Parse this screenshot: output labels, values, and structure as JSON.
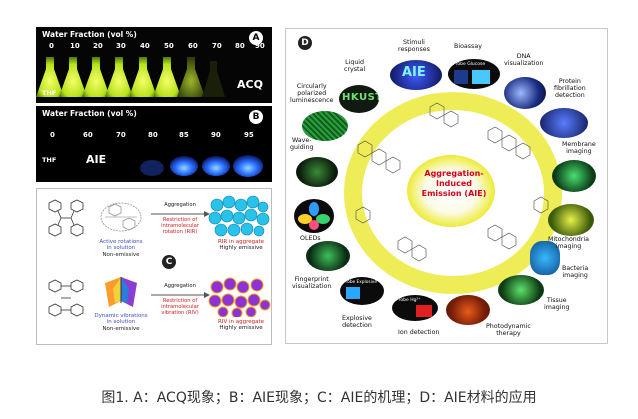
{
  "panelA": {
    "title": "Water Fraction (vol %)",
    "badge": "A",
    "fractions": [
      "0",
      "10",
      "20",
      "30",
      "40",
      "50",
      "60",
      "70",
      "80",
      "90"
    ],
    "solvent": "THF",
    "label": "ACQ"
  },
  "panelB": {
    "title": "Water Fraction (vol %)",
    "badge": "B",
    "fractions": [
      "0",
      "60",
      "70",
      "80",
      "85",
      "90",
      "95"
    ],
    "solvent": "THF",
    "label": "AIE"
  },
  "panelC": {
    "badge": "C",
    "row1": {
      "left_text": [
        "Active rotations",
        "in solution",
        "Non-emissive"
      ],
      "arrow_label": "Aggregation",
      "arrow_sub": [
        "Restriction of",
        "intramolecular",
        "rotation (RIR)"
      ],
      "right_text": [
        "RIR in aggregate",
        "Highly emissive"
      ]
    },
    "row2": {
      "left_text": [
        "Dynamic vibrations",
        "in solution",
        "Non-emissive"
      ],
      "arrow_label": "Aggregation",
      "arrow_sub": [
        "Restriction of",
        "intramolecular",
        "vibration (RIV)"
      ],
      "right_text": [
        "RIV in aggregate",
        "Highly emissive"
      ]
    }
  },
  "panelD": {
    "badge": "D",
    "center": [
      "Aggregation-",
      "Induced",
      "Emission (AIE)"
    ],
    "center_colors": {
      "text": "#d6001c",
      "ring": "#e9e21a"
    },
    "applications": [
      {
        "label": [
          "Stimuli",
          "responses"
        ],
        "inner": "AIE"
      },
      {
        "label": [
          "Bioassay"
        ],
        "inner": "Probe  Glucose"
      },
      {
        "label": [
          "DNA",
          "visualization"
        ]
      },
      {
        "label": [
          "Protein",
          "fibrillation",
          "detection"
        ]
      },
      {
        "label": [
          "Membrane",
          "imaging"
        ]
      },
      {
        "label": [
          "Mitochondria",
          "imaging"
        ]
      },
      {
        "label": [
          "Bacteria",
          "imaging"
        ]
      },
      {
        "label": [
          "Tissue",
          "imaging"
        ]
      },
      {
        "label": [
          "Photodynamic",
          "therapy"
        ]
      },
      {
        "label": [
          "Ion detection"
        ],
        "inner": "Probe  Hg²⁺"
      },
      {
        "label": [
          "Explosive",
          "detection"
        ],
        "inner": "Probe  Explosive"
      },
      {
        "label": [
          "Fingerprint",
          "visualization"
        ]
      },
      {
        "label": [
          "OLEDs"
        ]
      },
      {
        "label": [
          "Wave-",
          "guiding"
        ]
      },
      {
        "label": [
          "Circularly",
          "polarized",
          "luminescence"
        ]
      },
      {
        "label": [
          "Liquid",
          "crystal"
        ],
        "inner": "HKUST"
      }
    ]
  },
  "caption": "图1. A：ACQ现象；B：AIE现象；C：AIE的机理；D：AIE材料的应用"
}
